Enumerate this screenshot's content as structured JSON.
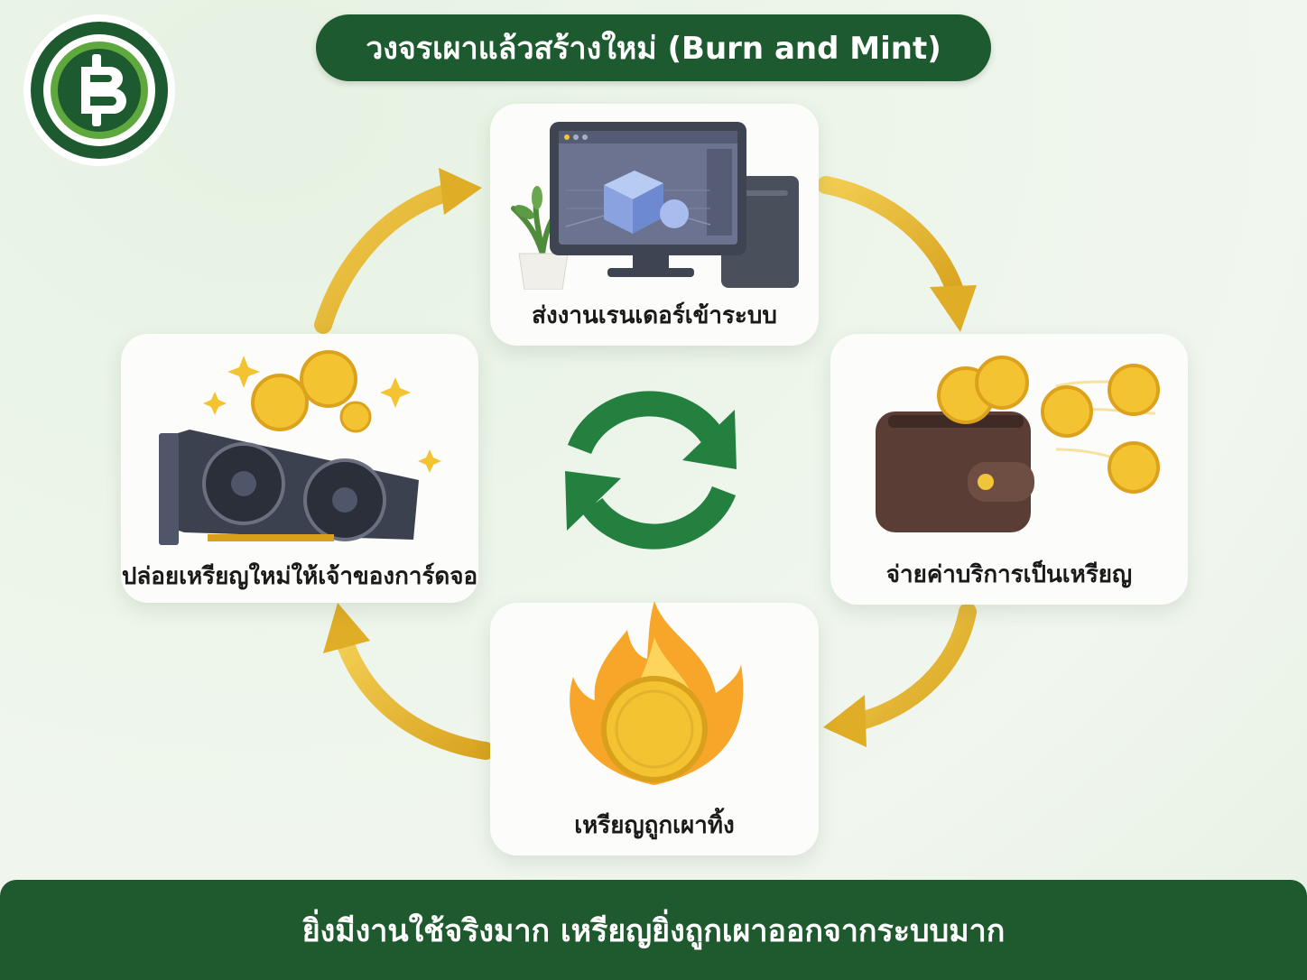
{
  "title": "วงจรเผาแล้วสร้างใหม่ (Burn and Mint)",
  "steps": [
    {
      "label": "ส่งงานเรนเดอร์เข้าระบบ",
      "icon": "computer-render-icon"
    },
    {
      "label": "จ่ายค่าบริการเป็นเหรียญ",
      "icon": "wallet-coins-icon"
    },
    {
      "label": "เหรียญถูกเผาทิ้ง",
      "icon": "burning-coin-icon"
    },
    {
      "label": "ปล่อยเหรียญใหม่ให้เจ้าของการ์ดจอ",
      "icon": "gpu-coins-icon"
    }
  ],
  "center_icon": "refresh-cycle-icon",
  "logo_icon": "baht-logo-icon",
  "footer": "ยิ่งมีงานใช้จริงมาก เหรียญยิ่งถูกเผาออกจากระบบมาก",
  "colors": {
    "brand_green": "#1d5a2f",
    "arrow_gold": "#e6b52c",
    "coin_gold": "#f3c331",
    "cycle_green": "#23803f"
  }
}
